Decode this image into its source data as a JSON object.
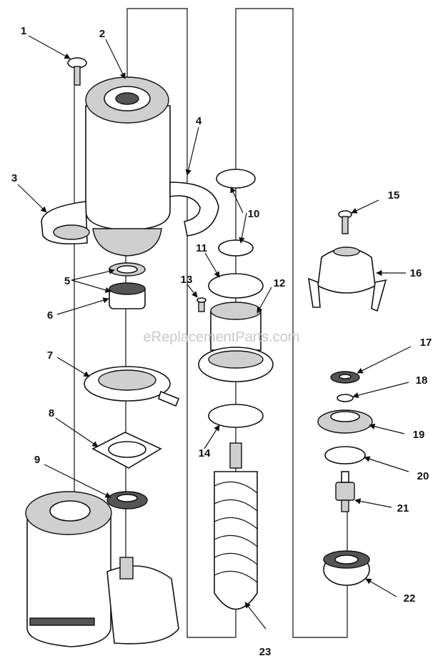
{
  "watermark": "eReplacementParts.com",
  "callouts": [
    "1",
    "2",
    "3",
    "4",
    "4",
    "5",
    "6",
    "7",
    "8",
    "9",
    "10",
    "11",
    "12",
    "13",
    "14",
    "15",
    "16",
    "17",
    "18",
    "19",
    "20",
    "21",
    "22",
    "23"
  ]
}
